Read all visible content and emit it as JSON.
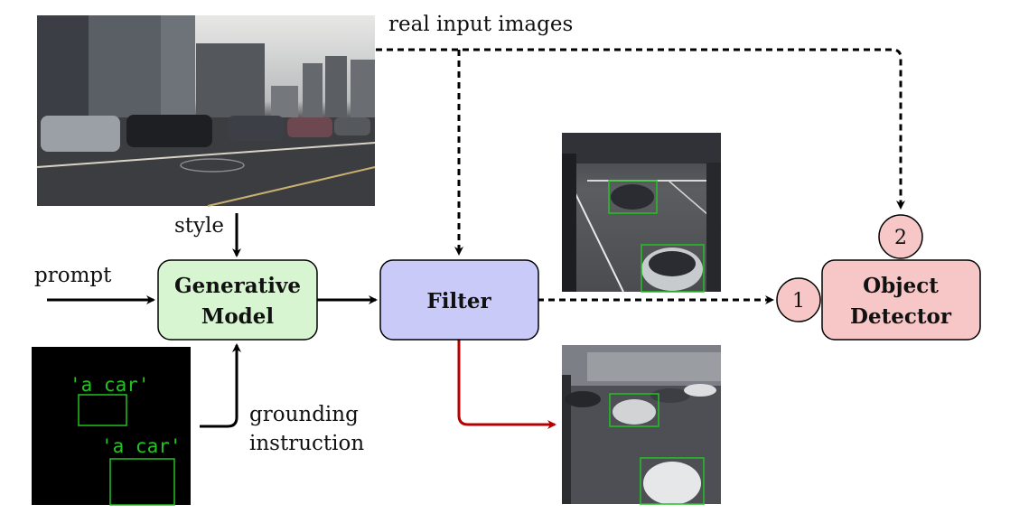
{
  "labels": {
    "real_input_images": "real input images",
    "style": "style",
    "prompt": "prompt",
    "grounding_line1": "grounding",
    "grounding_line2": "instruction"
  },
  "nodes": {
    "generative_model": {
      "line1": "Generative",
      "line2": "Model",
      "fill": "#d6f5d0"
    },
    "filter": {
      "label": "Filter",
      "fill": "#c9caf7"
    },
    "object_detector": {
      "line1": "Object",
      "line2": "Detector",
      "fill": "#f7c6c6"
    }
  },
  "badges": {
    "badge1": "1",
    "badge2": "2",
    "fill": "#f7c6c6"
  },
  "grounding_image": {
    "caption1": "'a car'",
    "caption2": "'a car'",
    "box_color": "#22c322"
  },
  "colors": {
    "red_arrow": "#b30000",
    "arrows": "#000000"
  }
}
